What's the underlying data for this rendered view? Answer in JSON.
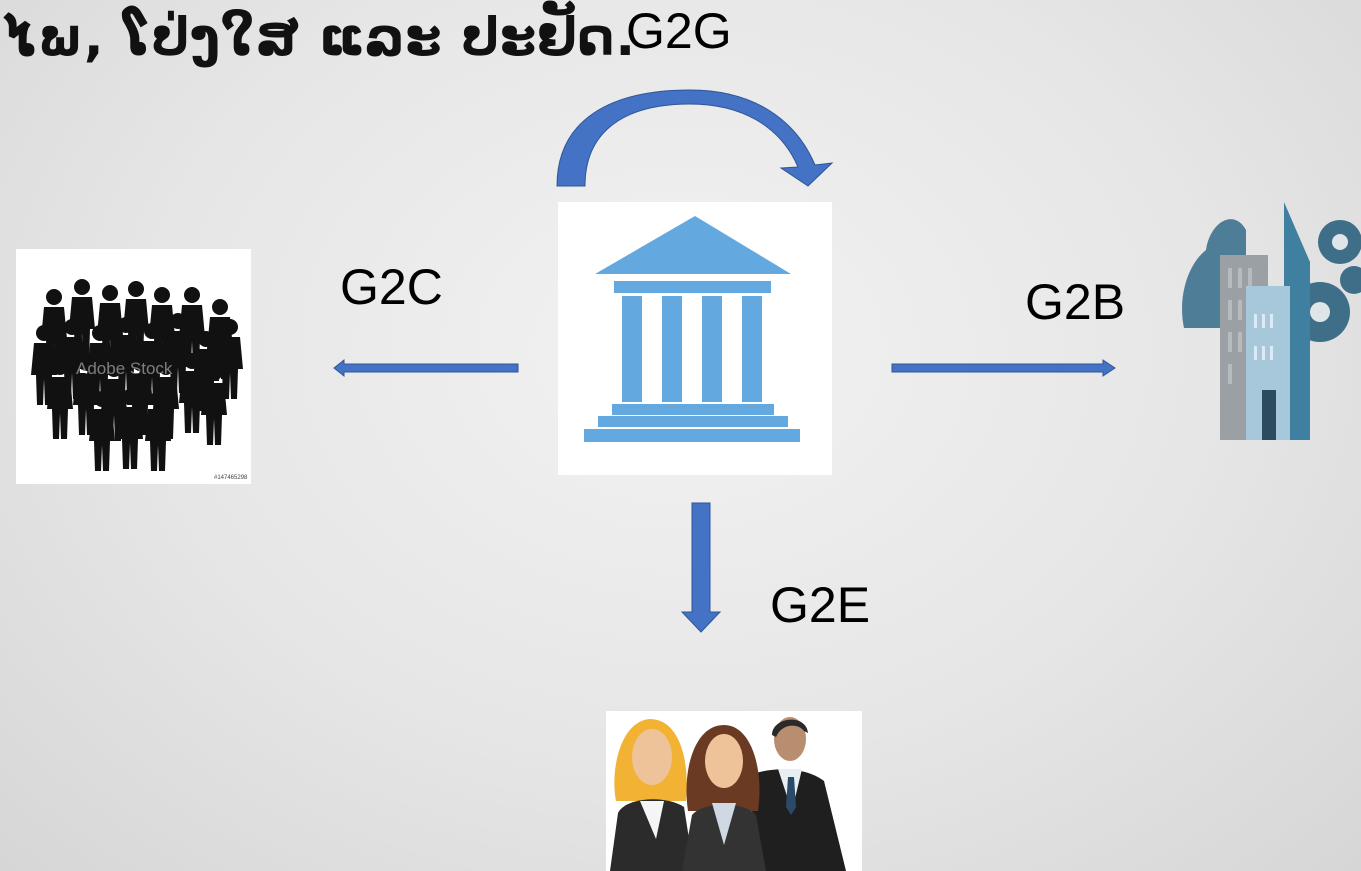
{
  "slide": {
    "title": "ໄພ, ໂປ່ງໃສ ແລະ ປະຢັດ."
  },
  "center": {
    "icon": "government-building-icon",
    "color": "#64a8e0"
  },
  "relations": [
    {
      "key": "g2g",
      "label": "G2G",
      "target": "government"
    },
    {
      "key": "g2c",
      "label": "G2C",
      "target": "citizens"
    },
    {
      "key": "g2b",
      "label": "G2B",
      "target": "business"
    },
    {
      "key": "g2e",
      "label": "G2E",
      "target": "employees"
    }
  ],
  "citizens": {
    "icon": "crowd-icon",
    "watermark": "Adobe Stock",
    "stock_id": "#147465298"
  },
  "business": {
    "icon": "business-buildings-icon"
  },
  "employees": {
    "icon": "business-people-icon"
  },
  "colors": {
    "arrow": "#4472c4",
    "arrow_dark": "#2f5597",
    "building": "#64a8e0"
  }
}
